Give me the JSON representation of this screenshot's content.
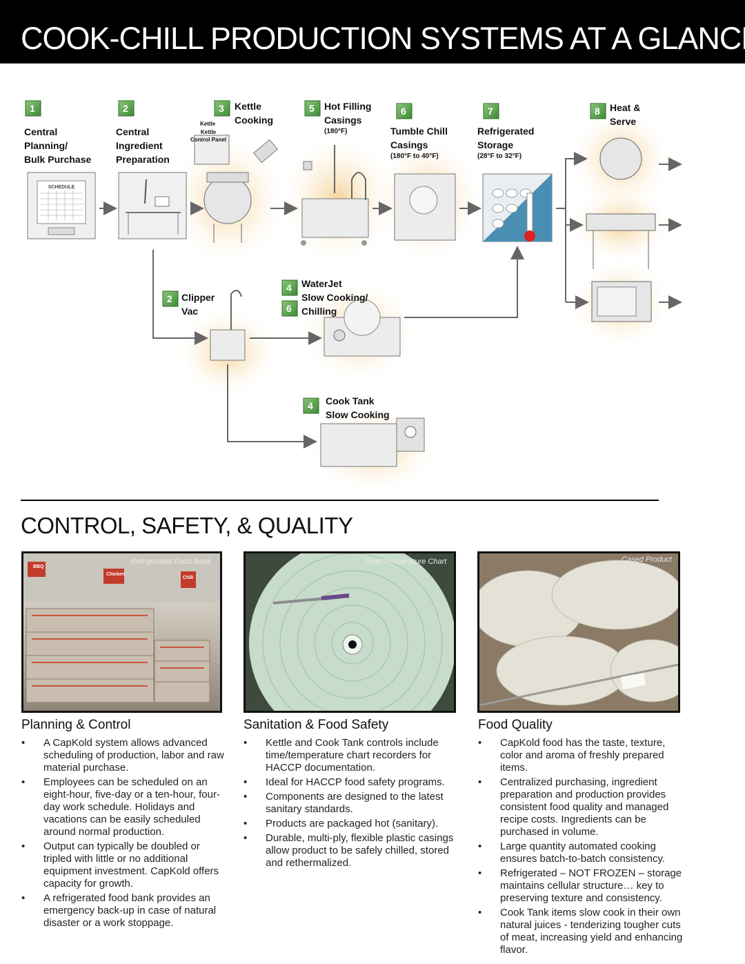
{
  "header": {
    "title": "COOK-CHILL PRODUCTION SYSTEMS AT A GLANCE"
  },
  "diagram": {
    "steps": [
      {
        "num": "1",
        "label": "Central\nPlanning/\nBulk Purchase"
      },
      {
        "num": "2",
        "label": "Central\nIngredient\nPreparation"
      },
      {
        "num": "3",
        "label": "Kettle\nCooking",
        "sub": "Kettle",
        "sub2": "Kettle\nControl Panel"
      },
      {
        "num": "5",
        "label": "Hot Filling\nCasings",
        "temp": "(180°F)"
      },
      {
        "num": "6",
        "label": "Tumble Chill\nCasings",
        "temp": "(180°F to 40°F)"
      },
      {
        "num": "7",
        "label": "Refrigerated\nStorage",
        "temp": "(28°F to 32°F)"
      },
      {
        "num": "8",
        "label": "Heat &\nServe"
      }
    ],
    "branches": [
      {
        "num": "2",
        "label": "Clipper\nVac"
      },
      {
        "nums": [
          "4",
          "6"
        ],
        "label": "WaterJet\nSlow Cooking/\nChilling"
      },
      {
        "num": "4",
        "label": "Cook Tank\nSlow Cooking"
      }
    ],
    "screen_text": "SCHEDULE"
  },
  "section": {
    "title": "CONTROL, SAFETY, & QUALITY"
  },
  "photos": [
    {
      "caption": "Refrigerated Food Bank",
      "sign1": "BBQ",
      "sign2": "Chicken",
      "sign3": "Chili"
    },
    {
      "caption": "Time/Temperature Chart"
    },
    {
      "caption": "Cased Product"
    }
  ],
  "columns": [
    {
      "title": "Planning & Control",
      "bullets": [
        "A CapKold system allows advanced scheduling of production, labor and raw material purchase.",
        "Employees can be scheduled on an eight-hour, five-day or a ten-hour, four-day work schedule.  Holidays and vacations can be easily scheduled around normal production.",
        "Output can typically be doubled or tripled with little or no additional equipment investment.  CapKold offers capacity for growth.",
        "A refrigerated food bank provides an emergency back-up in case of natural disaster or a work stoppage."
      ]
    },
    {
      "title": "Sanitation & Food Safety",
      "bullets": [
        "Kettle and Cook Tank controls include time/temperature chart recorders for HACCP documentation.",
        "Ideal for HACCP food safety programs.",
        "Components are designed to the latest sanitary standards.",
        "Products are packaged hot (sanitary).",
        "Durable, multi-ply, flexible plastic casings allow product to be safely chilled, stored and rethermalized."
      ]
    },
    {
      "title": "Food Quality",
      "bullets": [
        "CapKold food has the taste, texture, color and aroma of freshly prepared items.",
        "Centralized purchasing, ingredient preparation and production provides consistent food quality and managed recipe costs.  Ingredients can be purchased in volume.",
        "Large quantity automated cooking ensures batch-to-batch consistency.",
        "Refrigerated – NOT FROZEN – storage maintains cellular structure… key to preserving texture and consistency.",
        "Cook Tank items slow cook in their own natural juices - tenderizing tougher cuts of meat, increasing yield and enhancing flavor."
      ]
    }
  ],
  "colors": {
    "banner": "#000000",
    "badge": "#5fa04a",
    "glow": "#f7ddb0",
    "arrow": "#666666"
  }
}
